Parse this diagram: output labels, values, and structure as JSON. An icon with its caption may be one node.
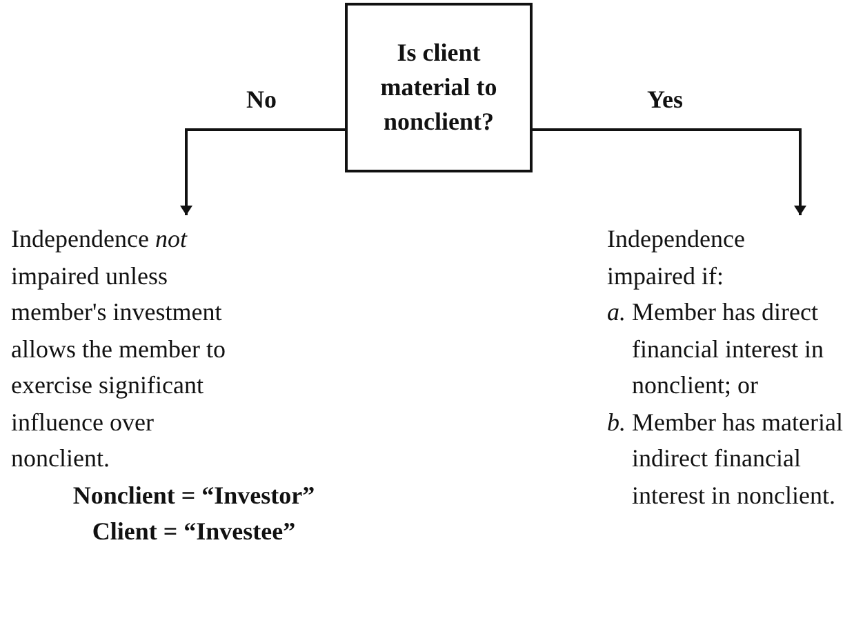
{
  "diagram": {
    "nodes": [
      {
        "text": [
          "Is client material to nonclient?"
        ]
      },
      {
        "text": [
          "Independence *not* impaired unless member's investment allows the member to exercise significant influence over nonclient.",
          "Nonclient = “Investor”",
          "Client = “Investee”"
        ]
      },
      {
        "text": [
          "Independence impaired if:",
          "*a.* Member has direct financial interest in nonclient; or",
          "*b.* Member has material indirect financial interest in nonclient."
        ]
      }
    ],
    "edges": [
      {
        "from": 0,
        "to": 1,
        "arrow": "to",
        "label": "No"
      },
      {
        "from": 0,
        "to": 2,
        "arrow": "to",
        "label": "Yes"
      }
    ]
  }
}
